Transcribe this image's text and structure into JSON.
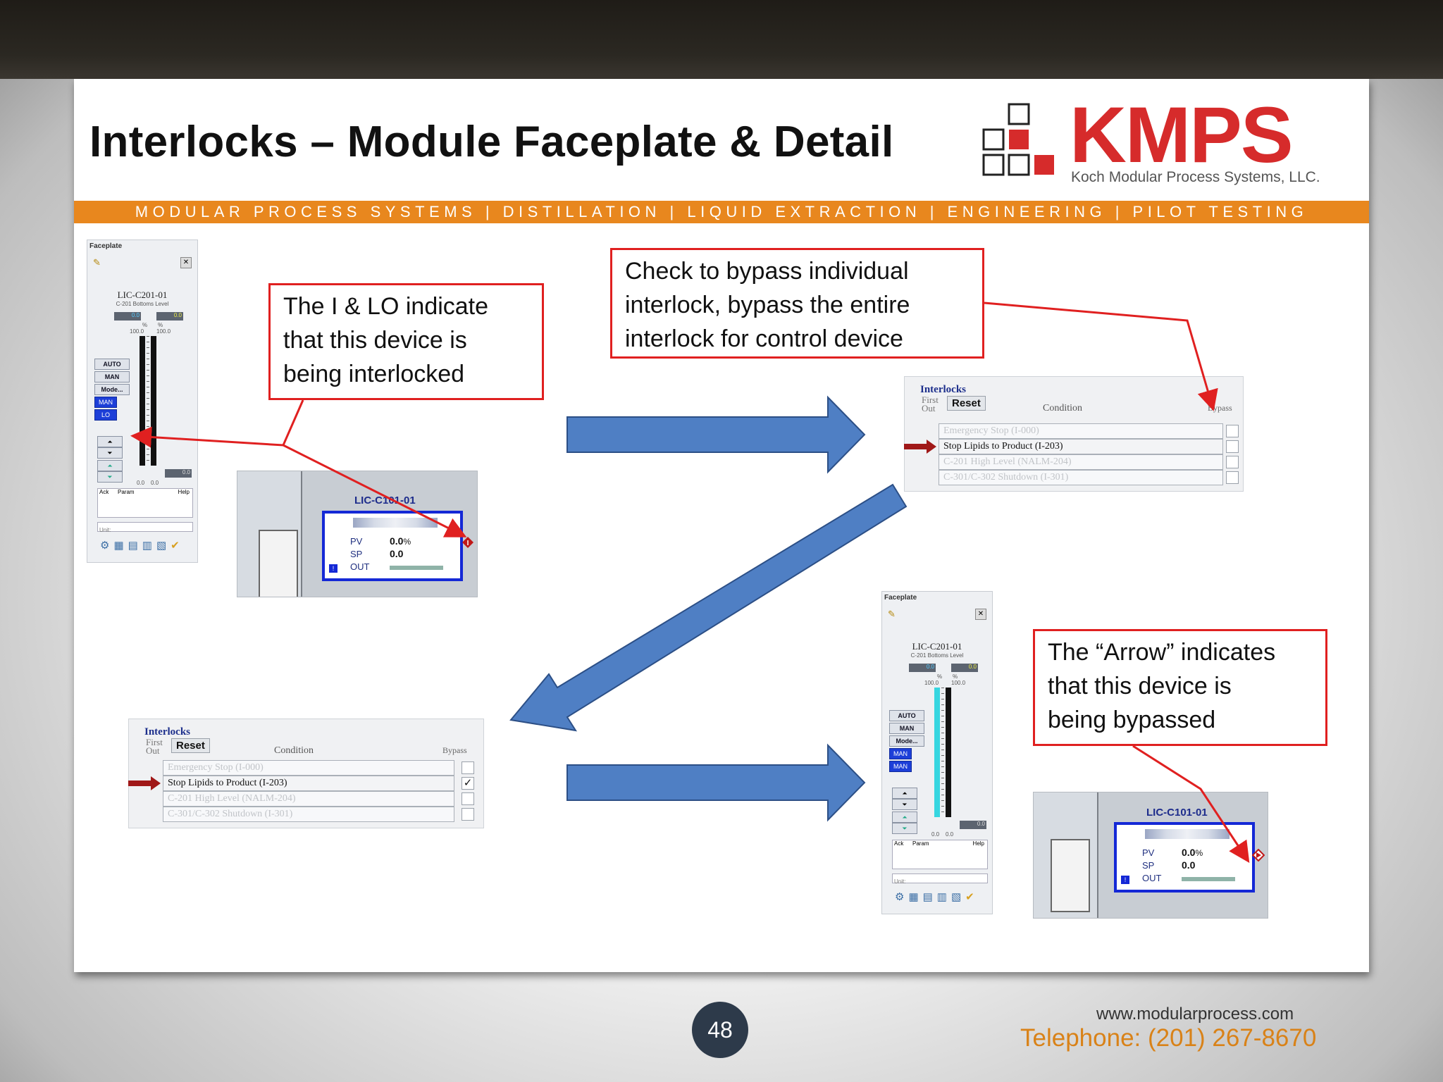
{
  "slide": {
    "title": "Interlocks – Module Faceplate & Detail",
    "logo": {
      "name": "KMPS",
      "subtitle": "Koch Modular Process Systems, LLC."
    },
    "tagline": "MODULAR PROCESS SYSTEMS | DISTILLATION | LIQUID EXTRACTION | ENGINEERING | PILOT TESTING"
  },
  "faceplate": {
    "window_title": "Faceplate",
    "tag": "LIC-C201-01",
    "description": "C-201 Bottoms Level",
    "value_left": "0.0",
    "value_right": "0.0",
    "unit_left": "%",
    "unit_right": "%",
    "scale_left": "100.0",
    "scale_right": "100.0",
    "buttons": [
      "AUTO",
      "MAN",
      "Mode..."
    ],
    "mode_indicators_1": [
      "MAN",
      "LO"
    ],
    "mode_indicators_2": [
      "MAN",
      "MAN"
    ],
    "bottom_value": "0.0",
    "bottom_scale": "0.0    0.0",
    "ack": "Ack",
    "param": "Param",
    "help": "Help",
    "unit_label": "Unit:"
  },
  "interlocks": {
    "title": "Interlocks",
    "first_out": "First Out",
    "reset": "Reset",
    "condition": "Condition",
    "bypass": "Bypass",
    "rows": [
      "Emergency Stop (I-000)",
      "Stop Lipids to Product (I-203)",
      "C-201 High Level (NALM-204)",
      "C-301/C-302 Shutdown (I-301)"
    ],
    "bypass_checked_mark": "✓"
  },
  "gauge": {
    "tag": "LIC-C101-01",
    "pv_label": "PV",
    "sp_label": "SP",
    "out_label": "OUT",
    "pv_value": "0.0",
    "pv_unit": "%",
    "sp_value": "0.0"
  },
  "callouts": {
    "interlocked": [
      "The I & LO indicate",
      "that this device is",
      "being interlocked"
    ],
    "bypass_check": [
      "Check to bypass individual",
      "interlock, bypass the entire",
      "interlock for control device"
    ],
    "bypassed": [
      "The “Arrow” indicates",
      "that this device is",
      "being bypassed"
    ]
  },
  "footer": {
    "page_number": "48",
    "url": "www.modularprocess.com",
    "telephone": "Telephone: (201) 267-8670"
  },
  "colors": {
    "accent_orange": "#e8871e",
    "logo_red": "#d62b2b",
    "callout_red": "#e02020",
    "arrow_blue": "#4f7fc4"
  }
}
